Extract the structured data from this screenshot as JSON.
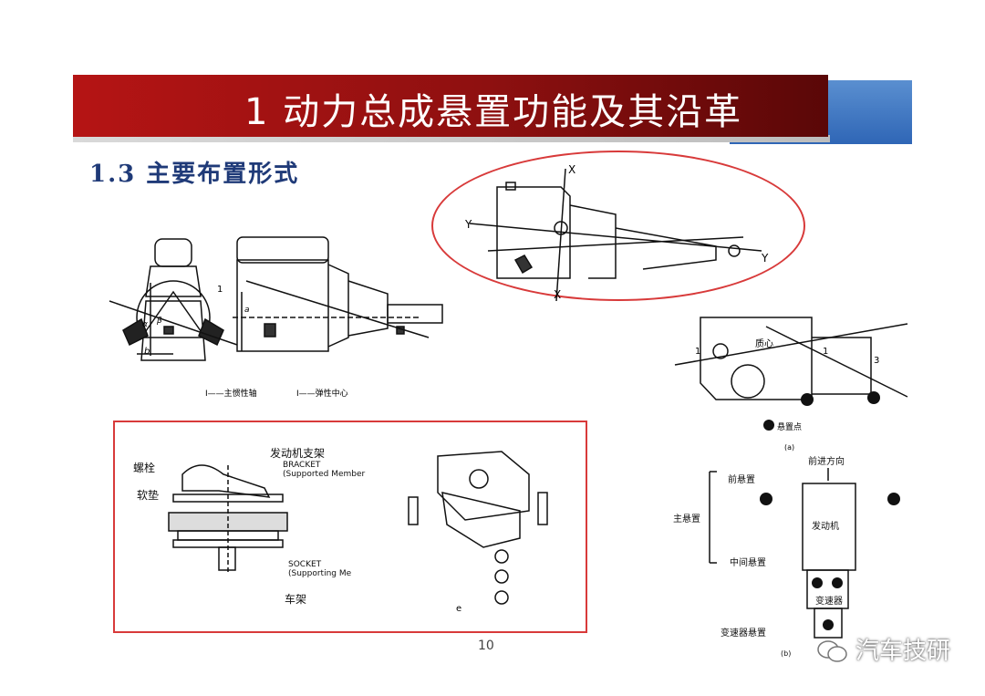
{
  "title": "1   动力总成悬置功能及其沿革",
  "section": "1.3   主要布置形式",
  "page_number": "10",
  "watermark": "汽车技研",
  "colors": {
    "banner_red": "#b51414",
    "banner_blue": "#2f66b6",
    "accent_outline": "#d83a3a",
    "section_text": "#1f3a78"
  },
  "diagram_left": {
    "legend_1": "I——主惯性轴",
    "legend_2": "I——弹性中心",
    "mark_1": "1",
    "mark_alpha": "α",
    "mark_beta": "β",
    "mark_b": "b",
    "mark_a": "a"
  },
  "diagram_ellipse": {
    "axis_x_top": "X",
    "axis_x_bottom": "X",
    "axis_y_left": "Y",
    "axis_y_right": "Y"
  },
  "diagram_mount": {
    "bolt": "螺栓",
    "bracket_cn": "发动机支架",
    "bracket_en1": "BRACKET",
    "bracket_en2": "(Supported Member",
    "pad": "软垫",
    "socket_en1": "SOCKET",
    "socket_en2": "(Supporting Me",
    "frame": "车架",
    "fig_mark": "e"
  },
  "diagram_right": {
    "center_of_mass": "质心",
    "mark_1a": "1",
    "mark_1b": "1",
    "mark_3": "3",
    "mount_point": "悬置点",
    "fig_a": "(a)",
    "direction": "前进方向",
    "front_mount": "前悬置",
    "main_mount": "主悬置",
    "middle_mount": "中间悬置",
    "engine": "发动机",
    "transmission": "变速器",
    "trans_mount": "变速器悬置",
    "fig_b": "(b)"
  }
}
